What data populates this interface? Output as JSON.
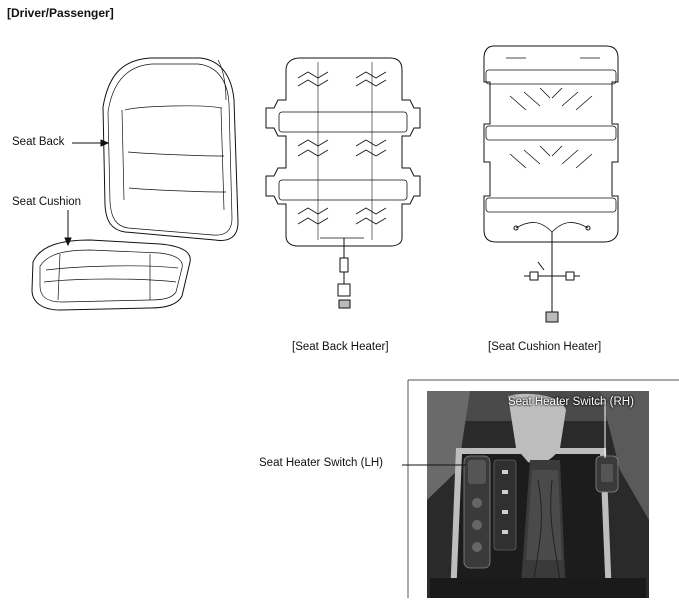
{
  "header": {
    "title": "[Driver/Passenger]"
  },
  "seat": {
    "back_label": "Seat Back",
    "cushion_label": "Seat Cushion"
  },
  "heaters": {
    "back_caption": "[Seat Back Heater]",
    "cushion_caption": "[Seat Cushion Heater]"
  },
  "console": {
    "switch_lh_label": "Seat Heater Switch (LH)",
    "switch_rh_label": "Seat Heater Switch (RH)"
  },
  "colors": {
    "ink": "#111111",
    "photo_dark": "#1c1c1c",
    "photo_mid": "#6a6a6a",
    "photo_light": "#bdbdbd"
  }
}
